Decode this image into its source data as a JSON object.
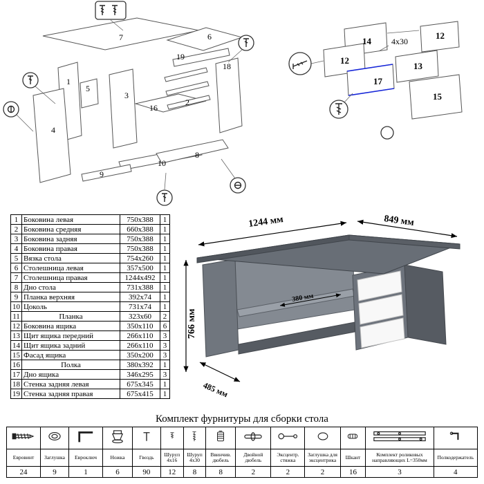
{
  "title": "Комплект фурнитуры для сборки стола",
  "parts_table": {
    "rows": [
      {
        "num": "1",
        "name": "Боковина левая",
        "size": "750x388",
        "qty": "1"
      },
      {
        "num": "2",
        "name": "Боковина средняя",
        "size": "660x388",
        "qty": "1"
      },
      {
        "num": "3",
        "name": "Боковина задняя",
        "size": "750x388",
        "qty": "1"
      },
      {
        "num": "4",
        "name": "Боковина правая",
        "size": "750x388",
        "qty": "1"
      },
      {
        "num": "5",
        "name": "Вязка стола",
        "size": "754x260",
        "qty": "1"
      },
      {
        "num": "6",
        "name": "Столешница левая",
        "size": "357x500",
        "qty": "1"
      },
      {
        "num": "7",
        "name": "Столешница правая",
        "size": "1244x492",
        "qty": "1"
      },
      {
        "num": "8",
        "name": "Дно стола",
        "size": "731x388",
        "qty": "1"
      },
      {
        "num": "9",
        "name": "Планка верхняя",
        "size": "392x74",
        "qty": "1"
      },
      {
        "num": "10",
        "name": "Цоколь",
        "size": "731x74",
        "qty": "1"
      },
      {
        "num": "11",
        "name": "Планка",
        "size": "323x60",
        "qty": "2"
      },
      {
        "num": "12",
        "name": "Боковина ящика",
        "size": "350x110",
        "qty": "6"
      },
      {
        "num": "13",
        "name": "Щит ящика передний",
        "size": "266x110",
        "qty": "3"
      },
      {
        "num": "14",
        "name": "Щит ящика задний",
        "size": "266x110",
        "qty": "3"
      },
      {
        "num": "15",
        "name": "Фасад ящика",
        "size": "350x200",
        "qty": "3"
      },
      {
        "num": "16",
        "name": "Полка",
        "size": "380x392",
        "qty": "1"
      },
      {
        "num": "17",
        "name": "Дно ящика",
        "size": "346x295",
        "qty": "3"
      },
      {
        "num": "18",
        "name": "Стенка задняя левая",
        "size": "675x345",
        "qty": "1"
      },
      {
        "num": "19",
        "name": "Стенка задняя правая",
        "size": "675x415",
        "qty": "1"
      }
    ]
  },
  "desk": {
    "dim_width": "1244 мм",
    "dim_depth": "849 мм",
    "dim_height": "766 мм",
    "dim_shelf": "380 мм",
    "dim_front": "485 мм"
  },
  "exploded_left": {
    "labels": [
      "7",
      "6",
      "19",
      "18",
      "5",
      "3",
      "16",
      "2",
      "1",
      "4",
      "9",
      "10",
      "8"
    ]
  },
  "exploded_right": {
    "labels": [
      "14",
      "12",
      "12",
      "13",
      "17",
      "15"
    ],
    "note": "4x30"
  },
  "hardware": {
    "items": [
      {
        "name": "Евровинт",
        "qty": "24"
      },
      {
        "name": "Заглушка",
        "qty": "9"
      },
      {
        "name": "Евроключ",
        "qty": "1"
      },
      {
        "name": "Ножка",
        "qty": "6"
      },
      {
        "name": "Гвоздь",
        "qty": "90"
      },
      {
        "name": "Шуруп 4x16",
        "qty": "12"
      },
      {
        "name": "Шуруп 4x30",
        "qty": "8"
      },
      {
        "name": "Ввинчив. дюбель",
        "qty": "8"
      },
      {
        "name": "Двойной дюбель",
        "qty": "2"
      },
      {
        "name": "Эксцентр. стяжка",
        "qty": "2"
      },
      {
        "name": "Заглушка для эксцентрика",
        "qty": "2"
      },
      {
        "name": "Шкант",
        "qty": "16"
      },
      {
        "name": "Комплект роликовых направляющих L=350мм",
        "qty": "3"
      },
      {
        "name": "Полкодержатель",
        "qty": "4"
      }
    ]
  }
}
